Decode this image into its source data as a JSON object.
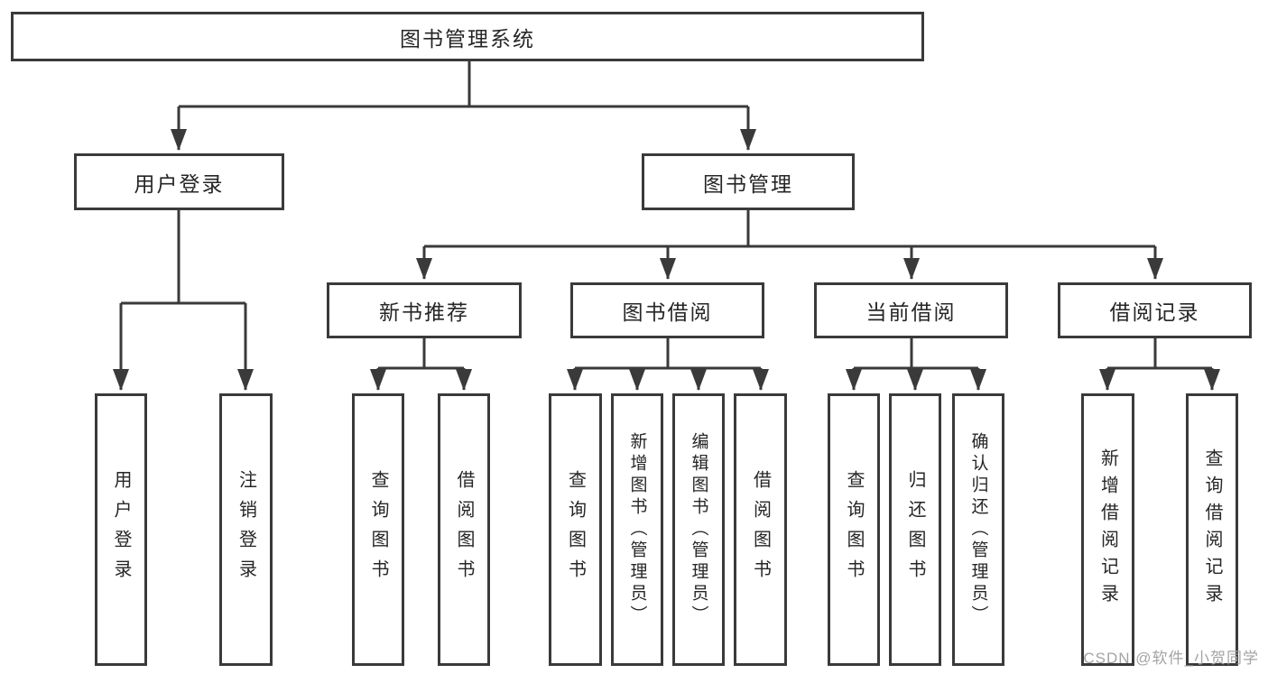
{
  "diagram": {
    "title_note": "functional structure tree",
    "root": {
      "label": "图书管理系统"
    },
    "level2": [
      {
        "id": "user-login",
        "label": "用户登录"
      },
      {
        "id": "book-management",
        "label": "图书管理"
      }
    ],
    "level3": [
      {
        "id": "new-book-recommend",
        "label": "新书推荐"
      },
      {
        "id": "book-borrowing",
        "label": "图书借阅"
      },
      {
        "id": "current-borrowing",
        "label": "当前借阅"
      },
      {
        "id": "borrowing-records",
        "label": "借阅记录"
      }
    ],
    "leaves": [
      {
        "parent": "user-login",
        "label": "用户登录"
      },
      {
        "parent": "user-login",
        "label": "注销登录"
      },
      {
        "parent": "new-book-recommend",
        "label": "查询图书"
      },
      {
        "parent": "new-book-recommend",
        "label": "借阅图书"
      },
      {
        "parent": "book-borrowing",
        "label": "查询图书"
      },
      {
        "parent": "book-borrowing",
        "label": "新增图书（管理员）"
      },
      {
        "parent": "book-borrowing",
        "label": "编辑图书（管理员）"
      },
      {
        "parent": "book-borrowing",
        "label": "借阅图书"
      },
      {
        "parent": "current-borrowing",
        "label": "查询图书"
      },
      {
        "parent": "current-borrowing",
        "label": "归还图书"
      },
      {
        "parent": "current-borrowing",
        "label": "确认归还（管理员）"
      },
      {
        "parent": "borrowing-records",
        "label": "新增借阅记录"
      },
      {
        "parent": "borrowing-records",
        "label": "查询借阅记录"
      }
    ]
  },
  "watermark": {
    "text": "CSDN @软件_小贺同学",
    "color": "#a3a3a9"
  },
  "colors": {
    "background": "#ffffff",
    "box_border": "#3a3a3a",
    "connector": "#3a3a3a",
    "text": "#262626"
  }
}
